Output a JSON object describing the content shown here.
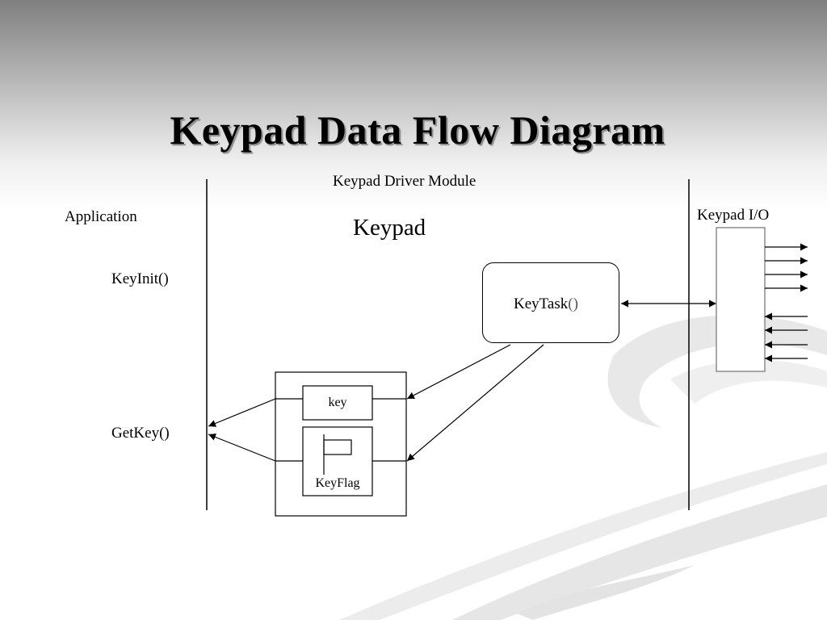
{
  "title": "Keypad Data Flow Diagram",
  "labels": {
    "driver_module": "Keypad Driver Module",
    "application": "Application",
    "keypad_io": "Keypad I/O",
    "keypad": "Keypad",
    "keyinit": "KeyInit()",
    "getkey": "GetKey()",
    "keytask_name": "KeyTask",
    "keytask_parens": "()",
    "key": "key",
    "keyflag": "KeyFlag"
  },
  "colors": {
    "line": "#000000",
    "io_border": "#8c8c8c",
    "swirl": "#dcdcdc"
  }
}
